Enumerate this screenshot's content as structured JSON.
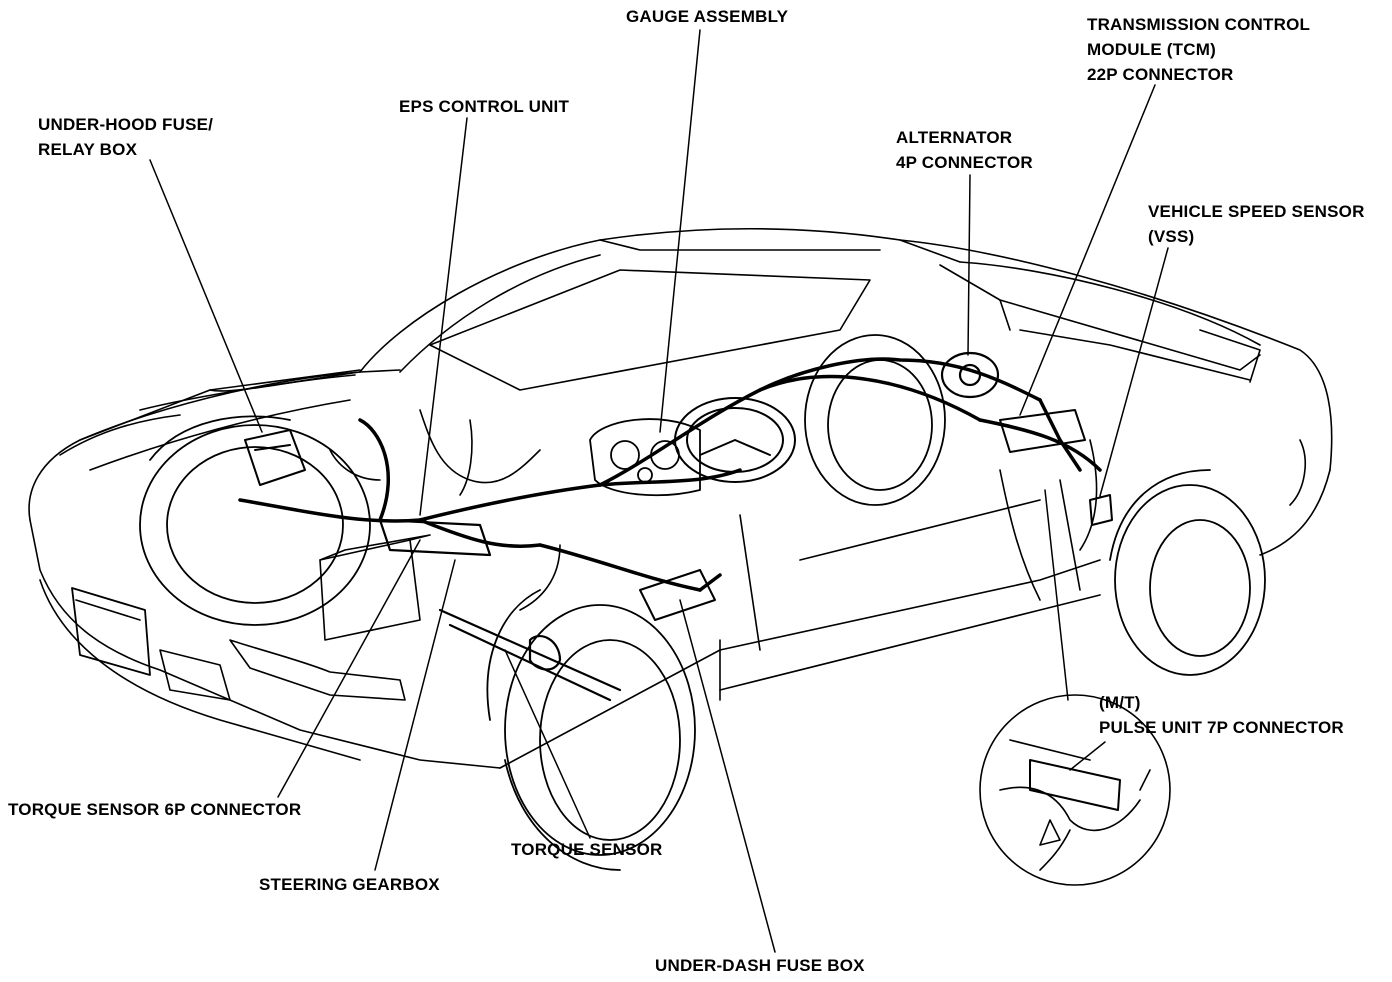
{
  "colors": {
    "ink": "#000000",
    "paper": "#ffffff"
  },
  "callouts": {
    "gauge_assembly": [
      "GAUGE ASSEMBLY"
    ],
    "tcm": [
      "TRANSMISSION CONTROL",
      "MODULE (TCM)",
      "22P CONNECTOR"
    ],
    "eps_control_unit": [
      "EPS CONTROL UNIT"
    ],
    "under_hood_fuse": [
      "UNDER-HOOD FUSE/",
      "RELAY BOX"
    ],
    "alternator": [
      "ALTERNATOR",
      "4P CONNECTOR"
    ],
    "vss": [
      "VEHICLE SPEED SENSOR",
      "(VSS)"
    ],
    "pulse_unit": [
      "(M/T)",
      "PULSE UNIT 7P CONNECTOR"
    ],
    "torque_sensor_connector": [
      "TORQUE SENSOR 6P CONNECTOR"
    ],
    "torque_sensor": [
      "TORQUE SENSOR"
    ],
    "steering_gearbox": [
      "STEERING GEARBOX"
    ],
    "under_dash_fuse": [
      "UNDER-DASH FUSE BOX"
    ]
  }
}
